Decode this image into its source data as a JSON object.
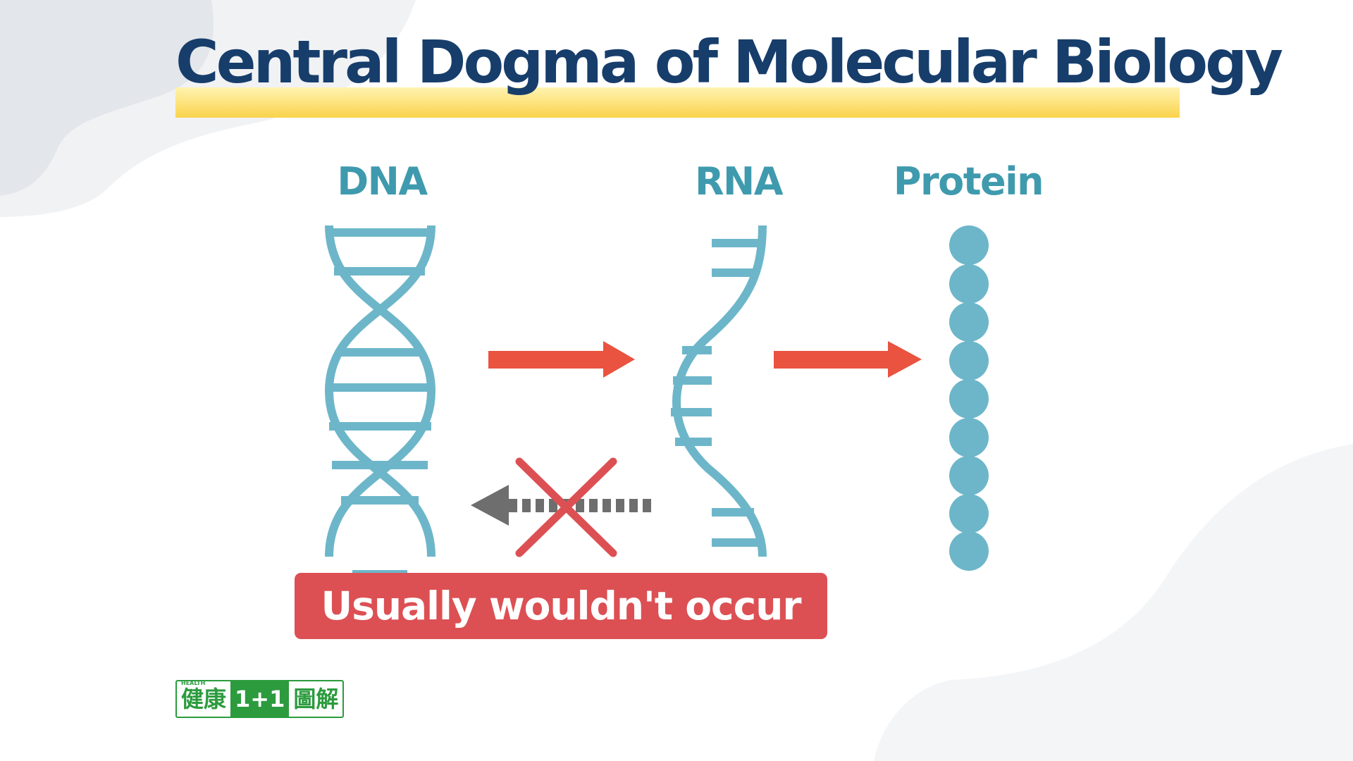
{
  "title": "Central Dogma of Molecular Biology",
  "nodes": {
    "dna": "DNA",
    "rna": "RNA",
    "protein": "Protein"
  },
  "warning": "Usually wouldn't occur",
  "logo": {
    "small": "HEALTH",
    "left": "健康",
    "middle": "1+1",
    "right": "圖解"
  },
  "colors": {
    "title": "#173d6b",
    "highlight": "#f9d34c",
    "node_label": "#3f9aae",
    "molecule": "#6db6c9",
    "arrow": "#e9533f",
    "reverse_arrow": "#6e6e6e",
    "cross": "#dc5054",
    "banner": "#dc5054",
    "logo": "#2c9b3e"
  },
  "icons": {
    "dna": "double-helix-icon",
    "rna": "single-strand-icon",
    "protein": "bead-chain-icon",
    "blocked": "cross-icon"
  }
}
